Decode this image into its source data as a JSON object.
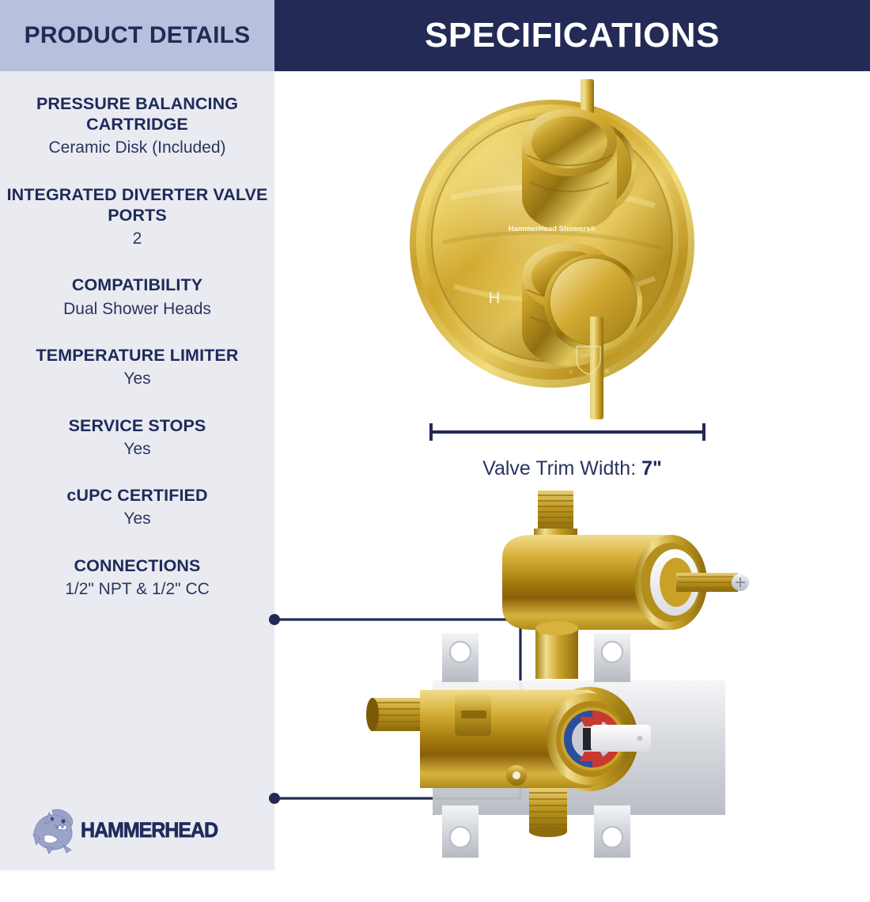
{
  "sidebar": {
    "header_title": "PRODUCT DETAILS",
    "specs": [
      {
        "label": "PRESSURE BALANCING CARTRIDGE",
        "value": "Ceramic Disk (Included)"
      },
      {
        "label": "INTEGRATED DIVERTER VALVE PORTS",
        "value": "2"
      },
      {
        "label": "COMPATIBILITY",
        "value": "Dual Shower Heads"
      },
      {
        "label": "TEMPERATURE LIMITER",
        "value": "Yes"
      },
      {
        "label": "SERVICE STOPS",
        "value": "Yes"
      },
      {
        "label": "cUPC CERTIFIED",
        "value": "Yes"
      },
      {
        "label": "CONNECTIONS",
        "value": "1/2\" NPT & 1/2\" CC"
      }
    ],
    "logo_text": "HAMMERHEAD"
  },
  "main": {
    "header_title": "SPECIFICATIONS",
    "dimension_caption_prefix": "Valve Trim Width: ",
    "dimension_value": "7\"",
    "trim_brand_mark": "HammerHead Showers®",
    "trim_hot_mark": "H",
    "trim_cert_mark": "UPC"
  },
  "colors": {
    "navy": "#222a55",
    "navy_text": "#1e2a5a",
    "sidebar_header": "#b8c0dd",
    "sidebar_body": "#eaebf1",
    "gold_light": "#e8c85a",
    "gold_mid": "#c9a227",
    "gold_dark": "#9c7c14",
    "hot_red": "#d0342c",
    "cold_blue": "#2a4fa0"
  }
}
